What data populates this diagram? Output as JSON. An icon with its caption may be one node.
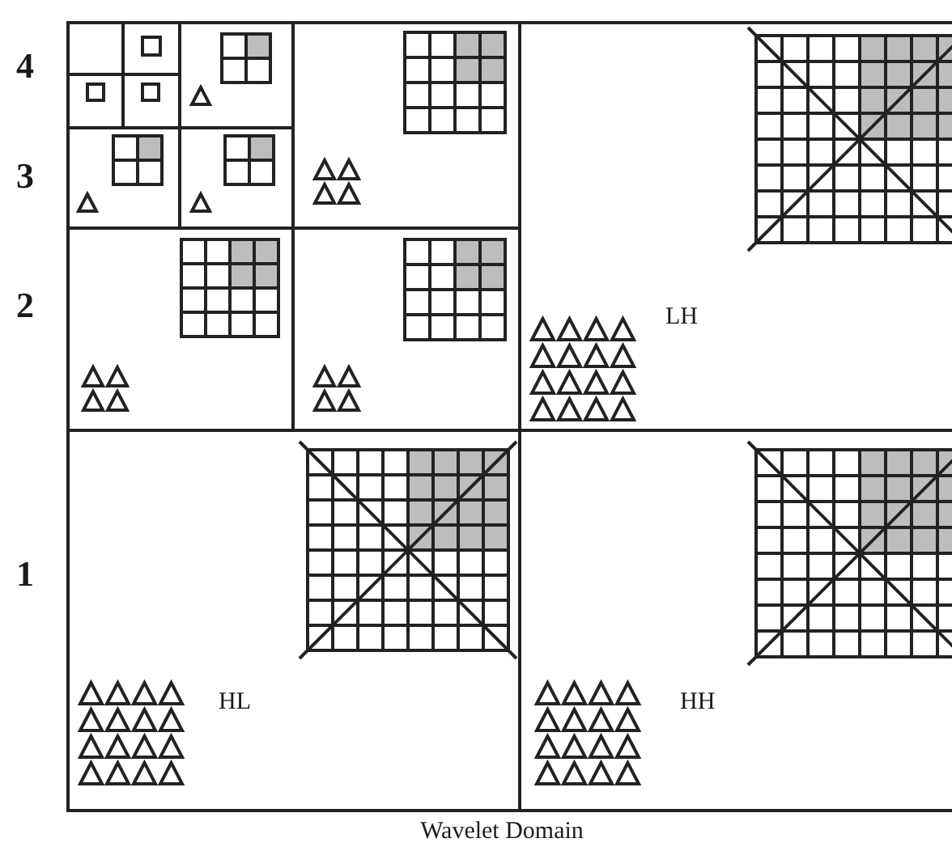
{
  "diagram": {
    "caption": "Wavelet Domain",
    "nodes": [
      {
        "text": [],
        "shape": "box"
      },
      {
        "text": [],
        "shape": "box"
      },
      {
        "text": [],
        "shape": "box"
      },
      {
        "text": [],
        "shape": "box"
      },
      {
        "text": [],
        "shape": "box"
      },
      {
        "text": [],
        "shape": "box"
      },
      {
        "text": [],
        "shape": "box"
      },
      {
        "text": [],
        "shape": "box"
      },
      {
        "text": [
          "LH"
        ]
      },
      {
        "text": [],
        "shape": "box"
      },
      {
        "text": [],
        "shape": "box"
      },
      {
        "text": [
          "HL"
        ]
      },
      {
        "text": [
          "HH"
        ]
      }
    ],
    "labels": [
      "4",
      "3",
      "2",
      "1"
    ]
  }
}
